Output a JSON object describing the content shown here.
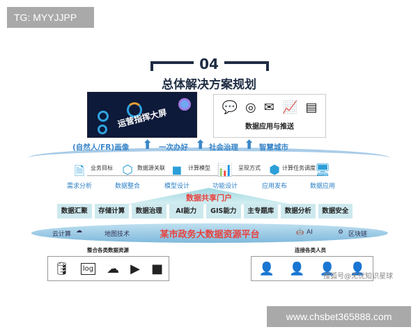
{
  "overlay_label": "TG: MYYJJPP",
  "header": {
    "number": "04",
    "title": "总体解决方案规划"
  },
  "dashboard": {
    "label": "运营指挥大屏"
  },
  "push": {
    "label": "数据应用与推送",
    "icons": [
      "chat-bubble-icon",
      "message-circle-icon",
      "mail-icon",
      "chart-growth-icon",
      "note-icon"
    ]
  },
  "outputs": [
    "(自然人/FR)画像",
    "一次办好",
    "社会治理",
    "智慧城市"
  ],
  "steps": [
    {
      "label": "需求分析",
      "icon": "document-add-icon"
    },
    {
      "label": "数据整合",
      "icon": "hexagon-chart-icon"
    },
    {
      "label": "模型设计",
      "icon": "cubes-icon"
    },
    {
      "label": "功能设计",
      "icon": "line-chart-icon"
    },
    {
      "label": "应用发布",
      "icon": "box-icon"
    },
    {
      "label": "数据应用",
      "icon": "monitor-clock-icon"
    }
  ],
  "edges": [
    "业务目标",
    "数据源关联",
    "计算模型",
    "呈现方式",
    "计算任务调度"
  ],
  "portal": "数据共享门户",
  "capabilities": [
    "数据汇聚",
    "存储计算",
    "数据治理",
    "AI能力",
    "GIS能力",
    "主专题库",
    "数据分析",
    "数据安全"
  ],
  "platform": {
    "title": "某市政务大数据资源平台",
    "left": [
      "云计算",
      "地图技术"
    ],
    "right": [
      "AI",
      "区块链"
    ]
  },
  "resources": {
    "label": "整合各类数据资源",
    "icons": [
      "database-icon",
      "log-file-icon",
      "cloud-network-icon",
      "video-play-icon",
      "layers-icon"
    ]
  },
  "people": {
    "label": "连接各类人员",
    "icons": [
      "user-icon",
      "user-badge-icon",
      "user-tie-icon",
      "user-female-icon"
    ]
  },
  "watermark": "搜狐号@无忧知识星球",
  "footer_url": "www.chsbet365888.com"
}
